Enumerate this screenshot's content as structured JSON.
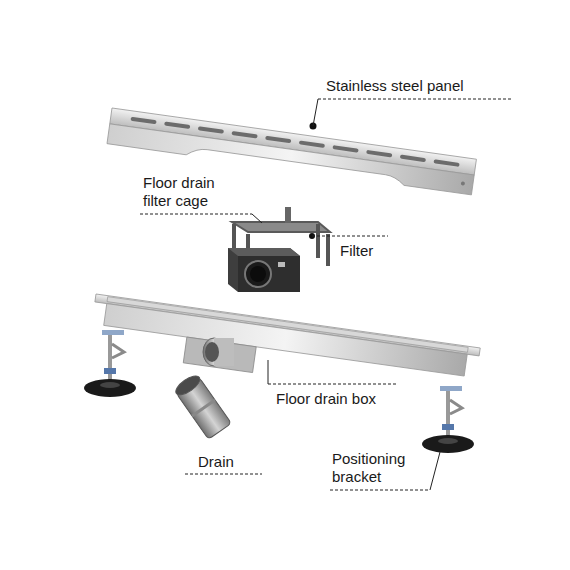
{
  "diagram": {
    "labels": [
      "Stainless steel panel",
      "Floor drain filter cage",
      "Filter",
      "Floor drain box",
      "Drain",
      "Positioning bracket"
    ]
  }
}
